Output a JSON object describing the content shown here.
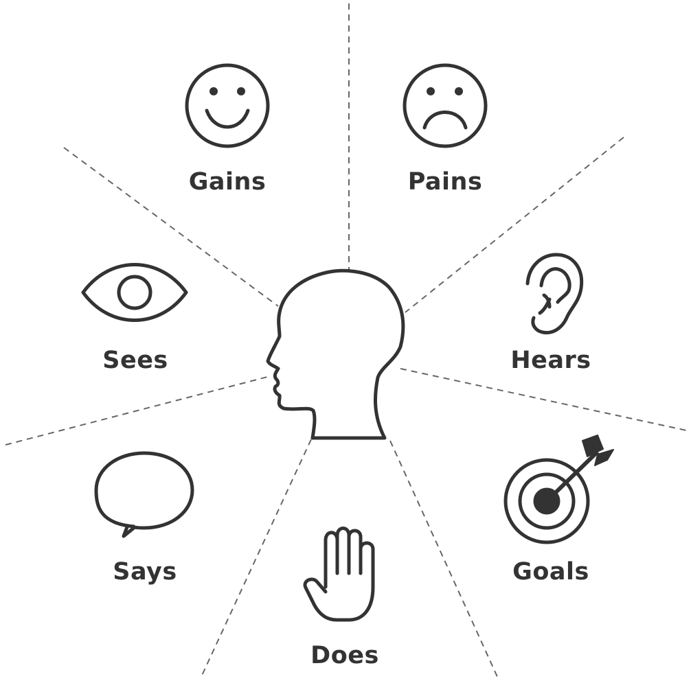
{
  "colors": {
    "stroke": "#333333",
    "divider": "#666666",
    "background": "#ffffff"
  },
  "center": {
    "icon": "head-profile-icon"
  },
  "sections": {
    "gains": {
      "label": "Gains",
      "icon": "smiley-face-icon"
    },
    "pains": {
      "label": "Pains",
      "icon": "sad-face-icon"
    },
    "sees": {
      "label": "Sees",
      "icon": "eye-icon"
    },
    "hears": {
      "label": "Hears",
      "icon": "ear-icon"
    },
    "says": {
      "label": "Says",
      "icon": "speech-bubble-icon"
    },
    "does": {
      "label": "Does",
      "icon": "hand-icon"
    },
    "goals": {
      "label": "Goals",
      "icon": "target-icon"
    }
  }
}
